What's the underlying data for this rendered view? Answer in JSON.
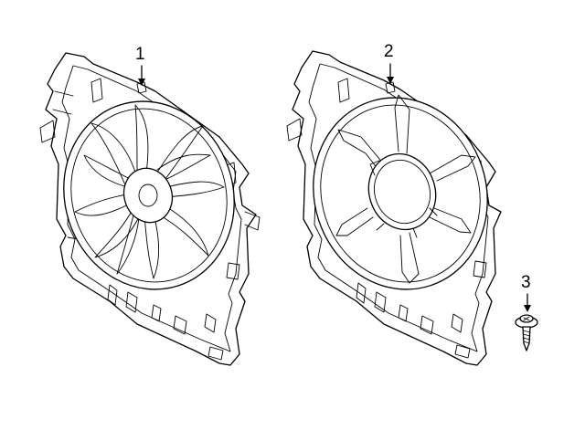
{
  "diagram": {
    "parts": [
      {
        "callout": "1",
        "icon": "fan-assembly-with-blades-icon"
      },
      {
        "callout": "2",
        "icon": "fan-shroud-icon"
      },
      {
        "callout": "3",
        "icon": "screw-icon"
      }
    ],
    "colors": {
      "line": "#000000",
      "background": "#ffffff"
    }
  }
}
